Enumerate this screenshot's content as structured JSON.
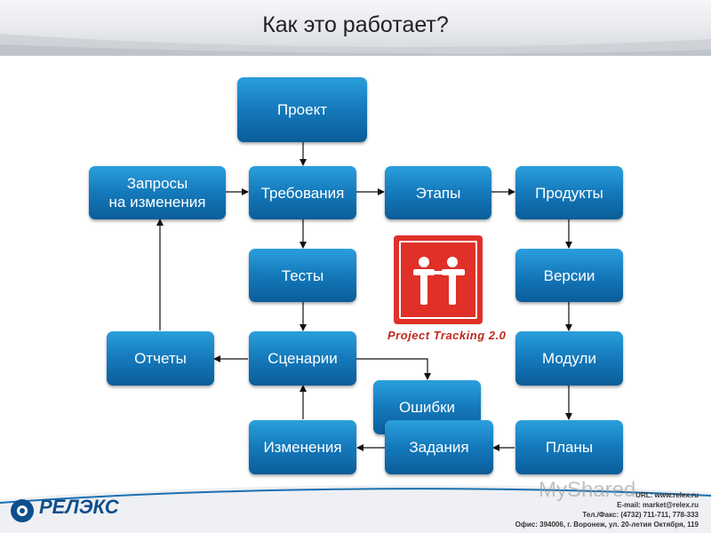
{
  "header": {
    "title": "Как это работает?"
  },
  "diagram": {
    "nodes": {
      "project": "Проект",
      "change_requests": "Запросы\nна изменения",
      "requirements": "Требования",
      "stages": "Этапы",
      "products": "Продукты",
      "tests": "Тесты",
      "versions": "Версии",
      "reports": "Отчеты",
      "scenarios": "Сценарии",
      "modules": "Модули",
      "errors": "Ошибки",
      "changes": "Изменения",
      "tasks": "Задания",
      "plans": "Планы"
    }
  },
  "logo": {
    "product_caption": "Project Tracking 2.0"
  },
  "footer": {
    "company": "РЕЛЭКС",
    "contacts": [
      "URL: www.relex.ru",
      "E-mail: market@relex.ru",
      "Тел./Факс: (4732) 711-711, 778-333",
      "Офис: 394006, г. Воронеж, ул. 20-летия Октября, 119"
    ]
  },
  "watermark": "MyShared",
  "colors": {
    "box": "#1479bb",
    "logo": "#e03028",
    "brand": "#0d4f8c"
  }
}
